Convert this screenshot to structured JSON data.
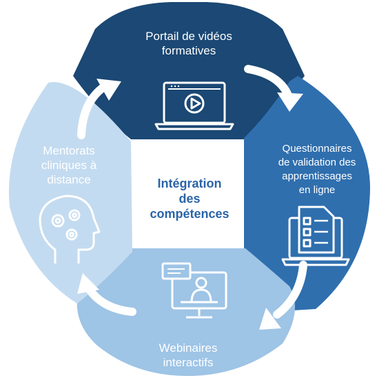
{
  "center": {
    "lines": [
      "Intégration",
      "des",
      "compétences"
    ]
  },
  "segments": {
    "top": {
      "lines": [
        "Portail de vidéos",
        "formatives"
      ],
      "icon": "video-laptop-icon"
    },
    "right": {
      "lines": [
        "Questionnaires",
        "de validation des",
        "apprentissages",
        "en ligne"
      ],
      "icon": "checklist-laptop-icon"
    },
    "bottom": {
      "lines": [
        "Webinaires",
        "interactifs"
      ],
      "icon": "webinar-monitor-icon"
    },
    "left": {
      "lines": [
        "Mentorats",
        "cliniques à",
        "distance"
      ],
      "icon": "head-gears-icon"
    }
  },
  "colors": {
    "top": "#1b4874",
    "right": "#2f6fae",
    "bottom": "#9ec4e6",
    "left": "#c3dbf0",
    "center_text": "#2a64a8",
    "arrow": "#ffffff"
  }
}
